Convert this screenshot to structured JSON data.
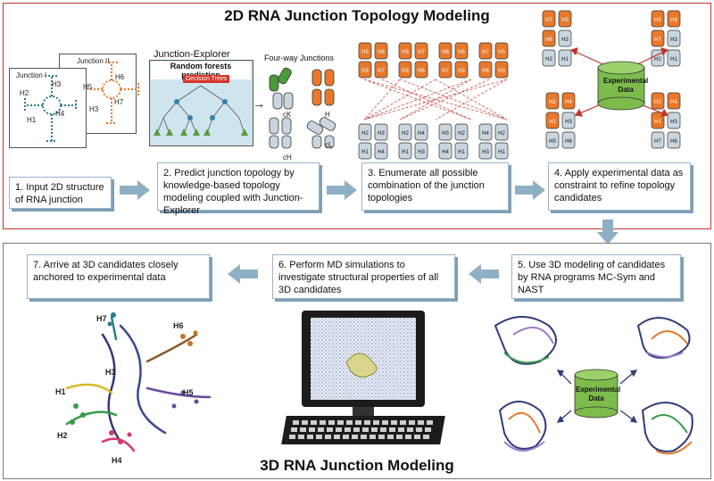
{
  "top": {
    "title": "2D RNA Junction Topology Modeling",
    "junction_labels": [
      "Junction I",
      "Junction II"
    ],
    "helix_labels_j1": [
      "H2",
      "H3",
      "H1",
      "H4"
    ],
    "helix_labels_j2": [
      "H5",
      "H6",
      "H3",
      "H7"
    ],
    "je_title": "Junction-Explorer",
    "je_subtitle": "Random forests prediction",
    "je_tree": "Decision Trees",
    "fourway_title": "Four-way Junctions",
    "fourway_families": [
      "cK",
      "H",
      "cH",
      "cL"
    ],
    "exp_data": "Experimental Data"
  },
  "steps_top": [
    "1. Input 2D structure of RNA junction",
    "2. Predict junction topology by knowledge-based topology modeling coupled with Junction-Explorer",
    "3. Enumerate all possible combination of the junction topologies",
    "4. Apply experimental data as constraint to refine topology candidates"
  ],
  "steps_bottom": [
    "5. Use 3D modeling of candidates by RNA programs MC-Sym and NAST",
    "6. Perform MD simulations to investigate structural properties of all 3D candidates",
    "7. Arrive at 3D candidates closely anchored to experimental data"
  ],
  "bottom": {
    "title": "3D RNA Junction Modeling",
    "exp_data": "Experimental Data",
    "helix_labels_3d": [
      "H7",
      "H6",
      "H3",
      "H1",
      "H5",
      "H2",
      "H4"
    ]
  },
  "colors": {
    "top_border": "#c0352b",
    "orange": "#e8782a",
    "gray_cyl": "#c9d6df",
    "arrow": "#8fb0c4",
    "green_db": "#7dbb4b"
  }
}
